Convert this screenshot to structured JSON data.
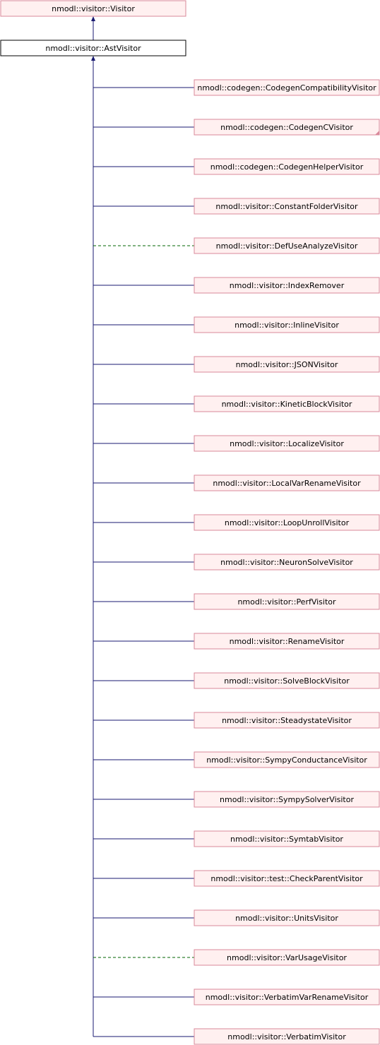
{
  "base": {
    "label": "nmodl::visitor::Visitor",
    "is_link": true
  },
  "current": {
    "label": "nmodl::visitor::AstVisitor",
    "is_link": false
  },
  "derived": [
    {
      "label": "nmodl::codegen::CodegenCompatibilityVisitor",
      "edge": "solid",
      "has_more_marker": false
    },
    {
      "label": "nmodl::codegen::CodegenCVisitor",
      "edge": "solid",
      "has_more_marker": true
    },
    {
      "label": "nmodl::codegen::CodegenHelperVisitor",
      "edge": "solid",
      "has_more_marker": false
    },
    {
      "label": "nmodl::visitor::ConstantFolderVisitor",
      "edge": "solid",
      "has_more_marker": false
    },
    {
      "label": "nmodl::visitor::DefUseAnalyzeVisitor",
      "edge": "dashed",
      "has_more_marker": false
    },
    {
      "label": "nmodl::visitor::IndexRemover",
      "edge": "solid",
      "has_more_marker": false
    },
    {
      "label": "nmodl::visitor::InlineVisitor",
      "edge": "solid",
      "has_more_marker": false
    },
    {
      "label": "nmodl::visitor::JSONVisitor",
      "edge": "solid",
      "has_more_marker": false
    },
    {
      "label": "nmodl::visitor::KineticBlockVisitor",
      "edge": "solid",
      "has_more_marker": false
    },
    {
      "label": "nmodl::visitor::LocalizeVisitor",
      "edge": "solid",
      "has_more_marker": false
    },
    {
      "label": "nmodl::visitor::LocalVarRenameVisitor",
      "edge": "solid",
      "has_more_marker": false
    },
    {
      "label": "nmodl::visitor::LoopUnrollVisitor",
      "edge": "solid",
      "has_more_marker": false
    },
    {
      "label": "nmodl::visitor::NeuronSolveVisitor",
      "edge": "solid",
      "has_more_marker": false
    },
    {
      "label": "nmodl::visitor::PerfVisitor",
      "edge": "solid",
      "has_more_marker": false
    },
    {
      "label": "nmodl::visitor::RenameVisitor",
      "edge": "solid",
      "has_more_marker": false
    },
    {
      "label": "nmodl::visitor::SolveBlockVisitor",
      "edge": "solid",
      "has_more_marker": false
    },
    {
      "label": "nmodl::visitor::SteadystateVisitor",
      "edge": "solid",
      "has_more_marker": false
    },
    {
      "label": "nmodl::visitor::SympyConductanceVisitor",
      "edge": "solid",
      "has_more_marker": false
    },
    {
      "label": "nmodl::visitor::SympySolverVisitor",
      "edge": "solid",
      "has_more_marker": false
    },
    {
      "label": "nmodl::visitor::SymtabVisitor",
      "edge": "solid",
      "has_more_marker": false
    },
    {
      "label": "nmodl::visitor::test::CheckParentVisitor",
      "edge": "solid",
      "has_more_marker": false
    },
    {
      "label": "nmodl::visitor::UnitsVisitor",
      "edge": "solid",
      "has_more_marker": false
    },
    {
      "label": "nmodl::visitor::VarUsageVisitor",
      "edge": "dashed",
      "has_more_marker": false
    },
    {
      "label": "nmodl::visitor::VerbatimVarRenameVisitor",
      "edge": "solid",
      "has_more_marker": false
    },
    {
      "label": "nmodl::visitor::VerbatimVisitor",
      "edge": "solid",
      "has_more_marker": false
    }
  ],
  "colors": {
    "inheritance_edge": "#191970",
    "protected_edge": "#006400",
    "link_node_fill": "#fff0f0",
    "link_node_border": "#d9889a",
    "current_node_border": "#000000",
    "more_marker": "#d9889a"
  }
}
